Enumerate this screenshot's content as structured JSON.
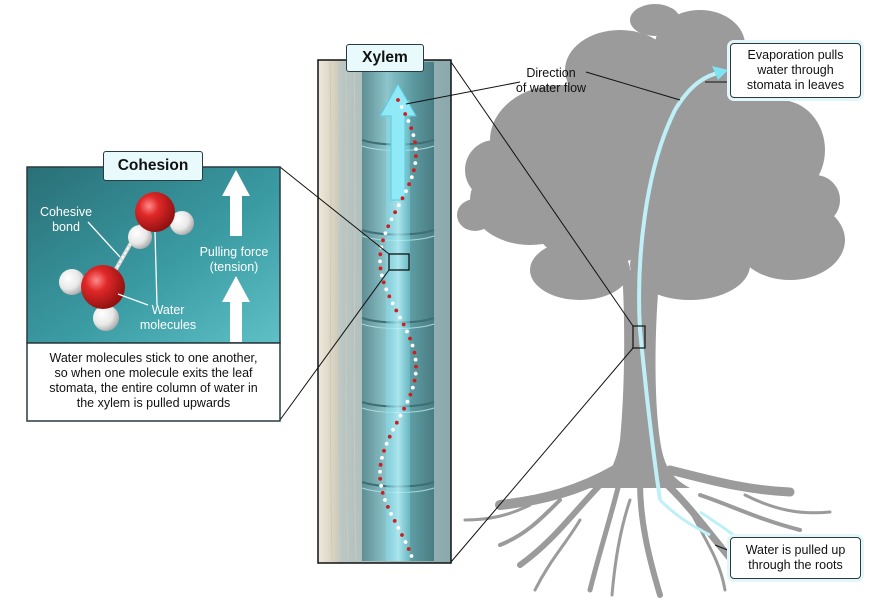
{
  "xylem": {
    "title": "Xylem"
  },
  "cohesion": {
    "title": "Cohesion",
    "cohesive_bond": "Cohesive\nbond",
    "water_molecules": "Water\nmolecules",
    "pulling_force": "Pulling force\n(tension)",
    "caption": "Water molecules stick to one another,\nso when one molecule exits the leaf\nstomata, the entire column of water in\nthe xylem is pulled upwards"
  },
  "labels": {
    "direction": "Direction\nof water flow",
    "evaporation": "Evaporation pulls\nwater through\nstomata in leaves",
    "roots": "Water is pulled up\nthrough the roots"
  },
  "colors": {
    "tree": "#9b9b9b",
    "panel_teal": "#2f8f96",
    "water_blue": "#7fe3f2",
    "molecule_red": "#cc1f1f",
    "callout_border": "#2b3a40"
  }
}
